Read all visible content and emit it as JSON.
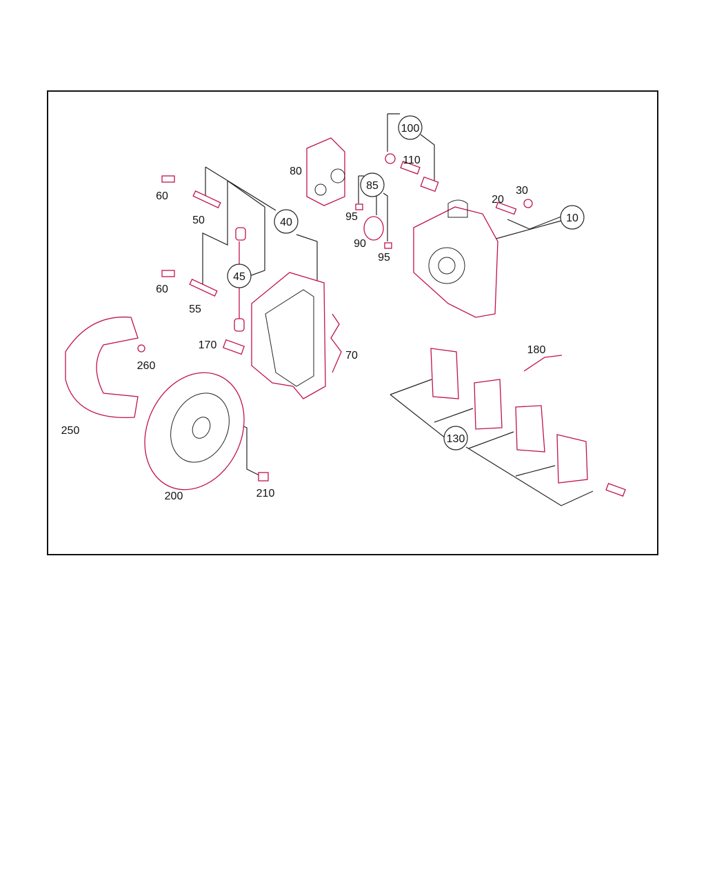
{
  "diagram": {
    "title": "Front brake assembly exploded parts diagram",
    "callouts": {
      "c10": "10",
      "c20": "20",
      "c30": "30",
      "c40": "40",
      "c45": "45",
      "c50": "50",
      "c55": "55",
      "c60a": "60",
      "c60b": "60",
      "c70": "70",
      "c80": "80",
      "c85": "85",
      "c90": "90",
      "c95a": "95",
      "c95b": "95",
      "c100": "100",
      "c110": "110",
      "c130": "130",
      "c170": "170",
      "c180": "180",
      "c200": "200",
      "c210": "210",
      "c250": "250",
      "c260": "260"
    }
  }
}
